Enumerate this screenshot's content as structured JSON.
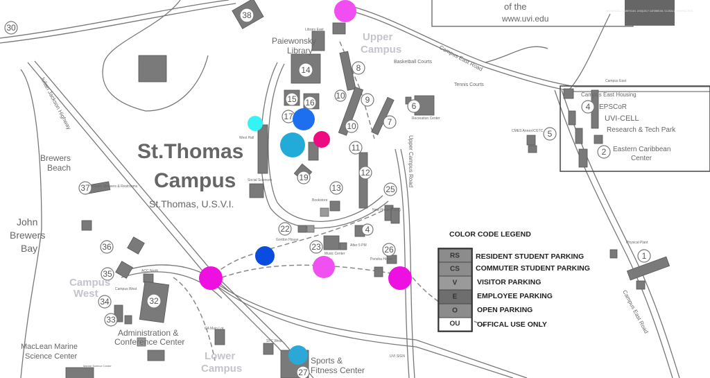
{
  "header": {
    "website": "www.uvi.edu",
    "seal_text": "HISTORICALLY AMERICAN. UNIQUELY CARIBBEAN. GLOBALLY INTERACTIVE.",
    "partial_text": "of the"
  },
  "campus": {
    "title_line1": "St.Thomas",
    "title_line2": "Campus",
    "subtitle": "St.Thomas, U.S.V.I."
  },
  "zones": {
    "upper_line1": "Upper",
    "upper_line2": "Campus",
    "west_line1": "Campus",
    "west_line2": "West",
    "lower_line1": "Lower",
    "lower_line2": "Campus"
  },
  "places": {
    "library_line1": "Paiewonsky",
    "library_line2": "Library",
    "library_east": "Library East",
    "basketball": "Basketball Courts",
    "tennis": "Tennis Courts",
    "recreation": "Recreation Center",
    "campus_east_road": "Campus East Road",
    "campus_east": "Campus East",
    "east_housing": "Campus East Housing",
    "epscor": "EPSCoR",
    "uvi_cell": "UVI-CELL",
    "research": "Research & Tech Park",
    "ecc_line1": "Eastern Caribbean",
    "ecc_line2": "Center",
    "cmes": "CMES Annex/CGTC",
    "physical_plant": "Physical Plant",
    "upper_campus_road": "Upper Campus Road",
    "west_hall": "West Hall",
    "social_sciences": "Social Sciences",
    "bookstore": "Bookstore",
    "new_house": "New House (CES)",
    "gordon_house": "Gordon House",
    "music_center": "Music Center",
    "pensha_house": "Pensha House",
    "after5": "After 5 PM",
    "brewers_beach_line1": "Brewers",
    "brewers_beach_line2": "Beach",
    "beach_showers": "Beach Showers & Restrooms",
    "bay_line1": "John",
    "bay_line2": "Brewers",
    "bay_line3": "Bay",
    "highway": "Julian Jackson Highway",
    "acc_north": "ACC North",
    "campus_west_lbl": "Campus West",
    "admin_line1": "Administration &",
    "admin_line2": "Conference Center",
    "maclean_line1": "MacLean Marine",
    "maclean_line2": "Science Center",
    "marine_sci": "Marine Science Center",
    "ca_main": "CA Main Lot",
    "sfc_west": "SFC West",
    "sports_line1": "Sports &",
    "sports_line2": "Fitness Center",
    "uvi_sign": "UVI SIGN",
    "campus_east_road2": "Campus East Road"
  },
  "building_numbers": [
    "38",
    "14",
    "8",
    "15",
    "16",
    "10",
    "9",
    "17",
    "10",
    "7",
    "6",
    "11",
    "12",
    "13",
    "19",
    "25",
    "22",
    "4",
    "23",
    "26",
    "1",
    "5",
    "4",
    "2",
    "37",
    "36",
    "35",
    "34",
    "33",
    "32",
    "27",
    "30"
  ],
  "legend": {
    "title": "COLOR CODE LEGEND",
    "items": [
      {
        "code": "RS",
        "label": "RESIDENT STUDENT PARKING",
        "color": "#8c8c8c"
      },
      {
        "code": "CS",
        "label": "COMMUTER STUDENT PARKING",
        "color": "#8c8c8c"
      },
      {
        "code": "V",
        "label": "VISITOR PARKING",
        "color": "#9a9a9a"
      },
      {
        "code": "E",
        "label": "EMPLOYEE PARKING",
        "color": "#6e6e6e"
      },
      {
        "code": "O",
        "label": "OPEN PARKING",
        "color": "#8c8c8c"
      },
      {
        "code": "OU",
        "label": "OFFICAL USE ONLY",
        "color": "#ffffff"
      }
    ]
  },
  "markers": [
    {
      "color": "#f04ef0"
    },
    {
      "color": "#33f3f5"
    },
    {
      "color": "#1e6ff0"
    },
    {
      "color": "#22aad8"
    },
    {
      "color": "#ee0a80"
    },
    {
      "color": "#0a4be0"
    },
    {
      "color": "#f050f0"
    },
    {
      "color": "#ee10e0"
    },
    {
      "color": "#ee10e0"
    },
    {
      "color": "#2aa8d8"
    }
  ]
}
